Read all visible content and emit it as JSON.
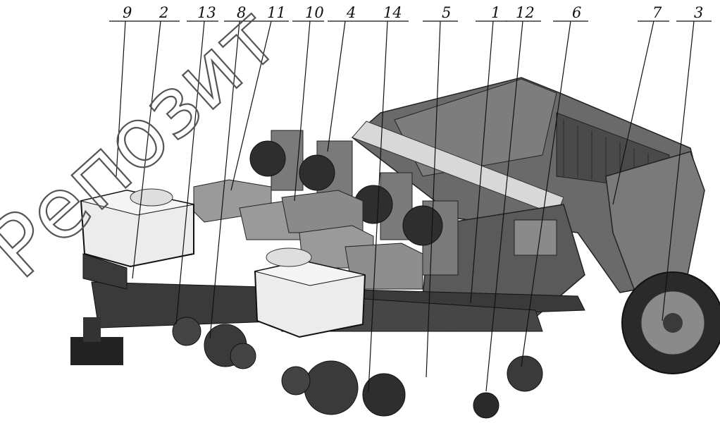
{
  "diagram": {
    "callouts": [
      "9",
      "2",
      "13",
      "8",
      "11",
      "10",
      "4",
      "14",
      "5",
      "1",
      "12",
      "6",
      "7",
      "3"
    ],
    "watermark": "Репозит"
  },
  "colors": {
    "body_dark": "#5e5e5e",
    "body_mid": "#8c8c8c",
    "body_light": "#cfcfcf",
    "tank_white": "#ececec",
    "frame_black": "#1a1a1a",
    "watermark_outline": "#555555"
  }
}
